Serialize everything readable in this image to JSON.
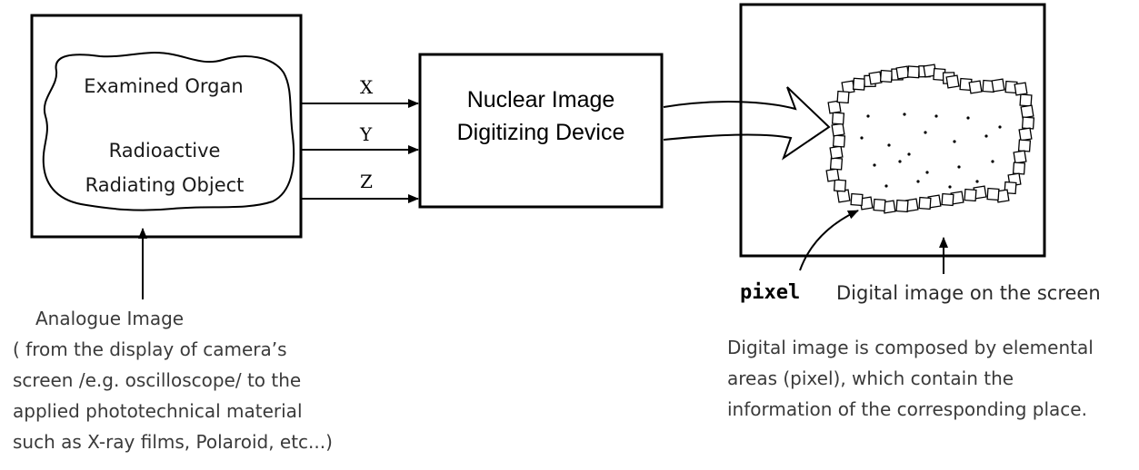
{
  "organ_box": {
    "line1": "Examined Organ",
    "line2": "Radioactive",
    "line3": "Radiating Object"
  },
  "signals": [
    "X",
    "Y",
    "Z"
  ],
  "device": {
    "line1": "Nuclear Image",
    "line2": "Digitizing Device"
  },
  "pixel_label": "pixel",
  "screen_label": "Digital image on the screen",
  "analogue_caption": [
    "Analogue Image",
    "( from the display of camera’s",
    "screen /e.g. oscilloscope/ to the",
    "applied phototechnical material",
    "such as X-ray films, Polaroid, etc...)"
  ],
  "digital_caption": [
    "Digital image is composed by elemental",
    "areas (pixel), which contain the",
    "information of the corresponding place."
  ],
  "colors": {
    "line": "#000000",
    "text": "#3a3a3a"
  }
}
